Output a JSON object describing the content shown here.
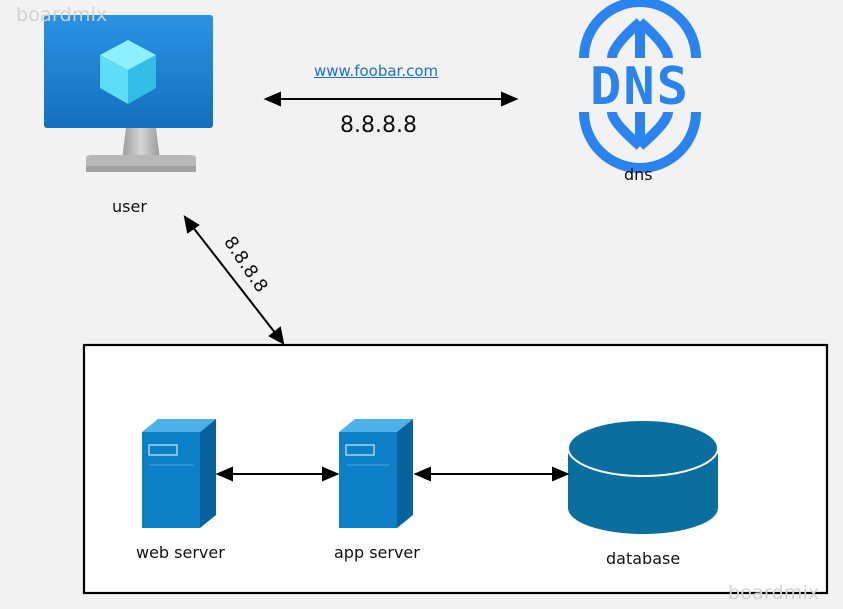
{
  "watermarks": {
    "top_left": "boardmix",
    "bottom_right": "boardmix"
  },
  "nodes": {
    "user": {
      "label": "user",
      "icon": "monitor-icon"
    },
    "dns": {
      "label": "dns",
      "icon": "dns-globe-icon",
      "icon_text": "DNS"
    },
    "web_server": {
      "label": "web server",
      "icon": "server-icon"
    },
    "app_server": {
      "label": "app server",
      "icon": "server-icon"
    },
    "database": {
      "label": "database",
      "icon": "database-icon"
    }
  },
  "edges": {
    "user_dns": {
      "top_label": "www.foobar.com",
      "bottom_label": "8.8.8.8"
    },
    "user_cluster": {
      "label": "8.8.8.8"
    }
  },
  "colors": {
    "background": "#f2f2f2",
    "monitor_blue": "#1b82d4",
    "server_blue": "#0c7fc6",
    "database_blue": "#0a6f9f",
    "dns_blue": "#2b83f0",
    "link_blue": "#1f6fc6"
  }
}
